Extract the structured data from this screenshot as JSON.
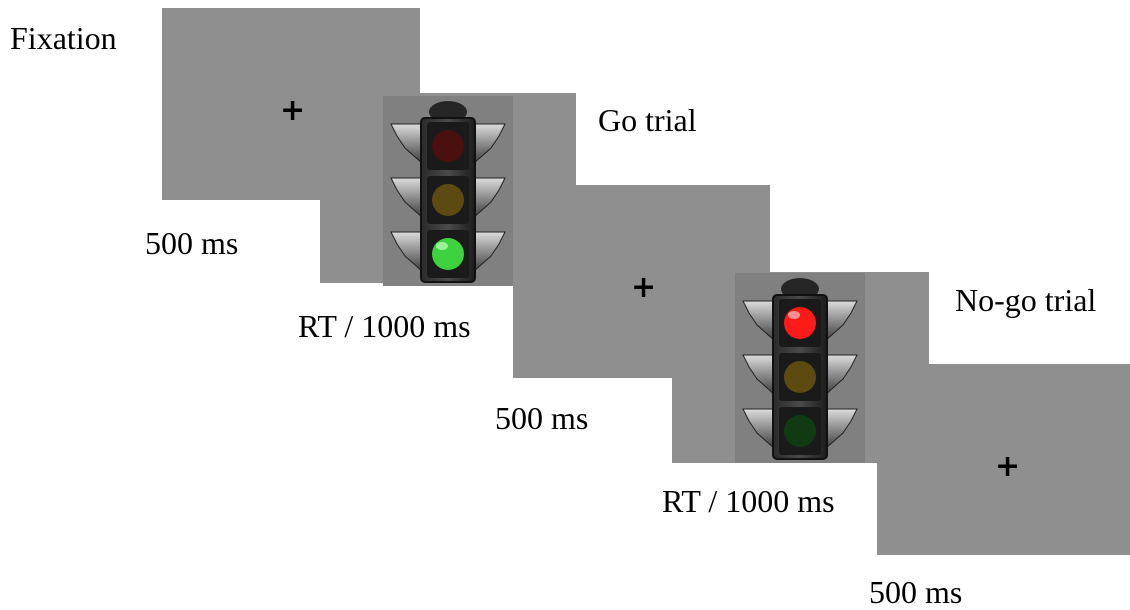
{
  "labels": {
    "fixation": "Fixation",
    "go_trial": "Go trial",
    "nogo_trial": "No-go trial",
    "fixation1_duration": "500 ms",
    "go_response_window": "RT / 1000 ms",
    "fixation2_duration": "500 ms",
    "nogo_response_window": "RT / 1000 ms",
    "fixation3_duration": "500 ms"
  },
  "fixation_symbol": "+",
  "stimuli": {
    "go": {
      "lit_lamp": "green",
      "icon": "traffic-light-icon"
    },
    "nogo": {
      "lit_lamp": "red",
      "icon": "traffic-light-icon"
    }
  },
  "colors": {
    "screen": "#8f8f8f",
    "red_on": "#ff1a1a",
    "amber_off": "#5c4a10",
    "green_on": "#3ed23e",
    "red_off": "#4a0f0f",
    "green_off": "#0f3a12"
  }
}
